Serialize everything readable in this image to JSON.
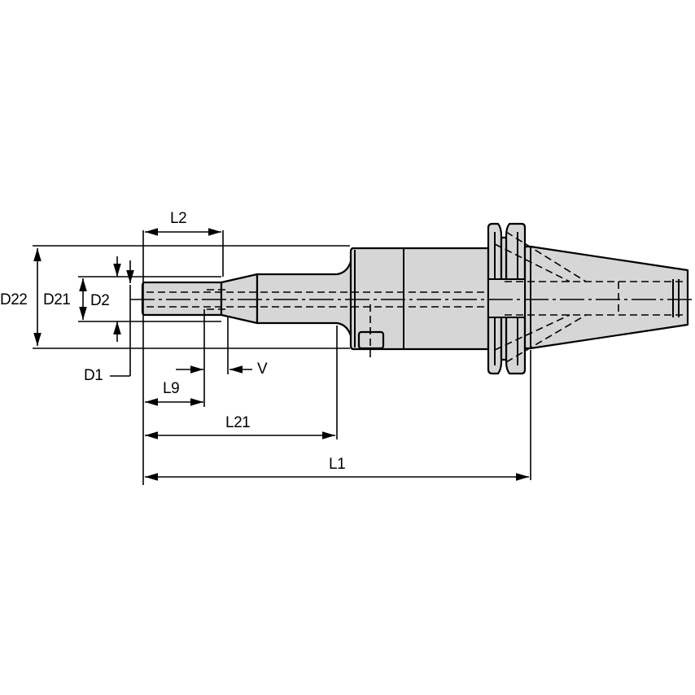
{
  "drawing": {
    "title": "Tool holder with shank adapter - dimension drawing",
    "fill_color": "#d6d6d6",
    "line_color": "#000000",
    "background": "#ffffff"
  },
  "dimensions": {
    "L2": "L2",
    "D22": "D22",
    "D21": "D21",
    "D2": "D2",
    "D1": "D1",
    "V": "V",
    "L9": "L9",
    "L21": "L21",
    "L1": "L1"
  }
}
